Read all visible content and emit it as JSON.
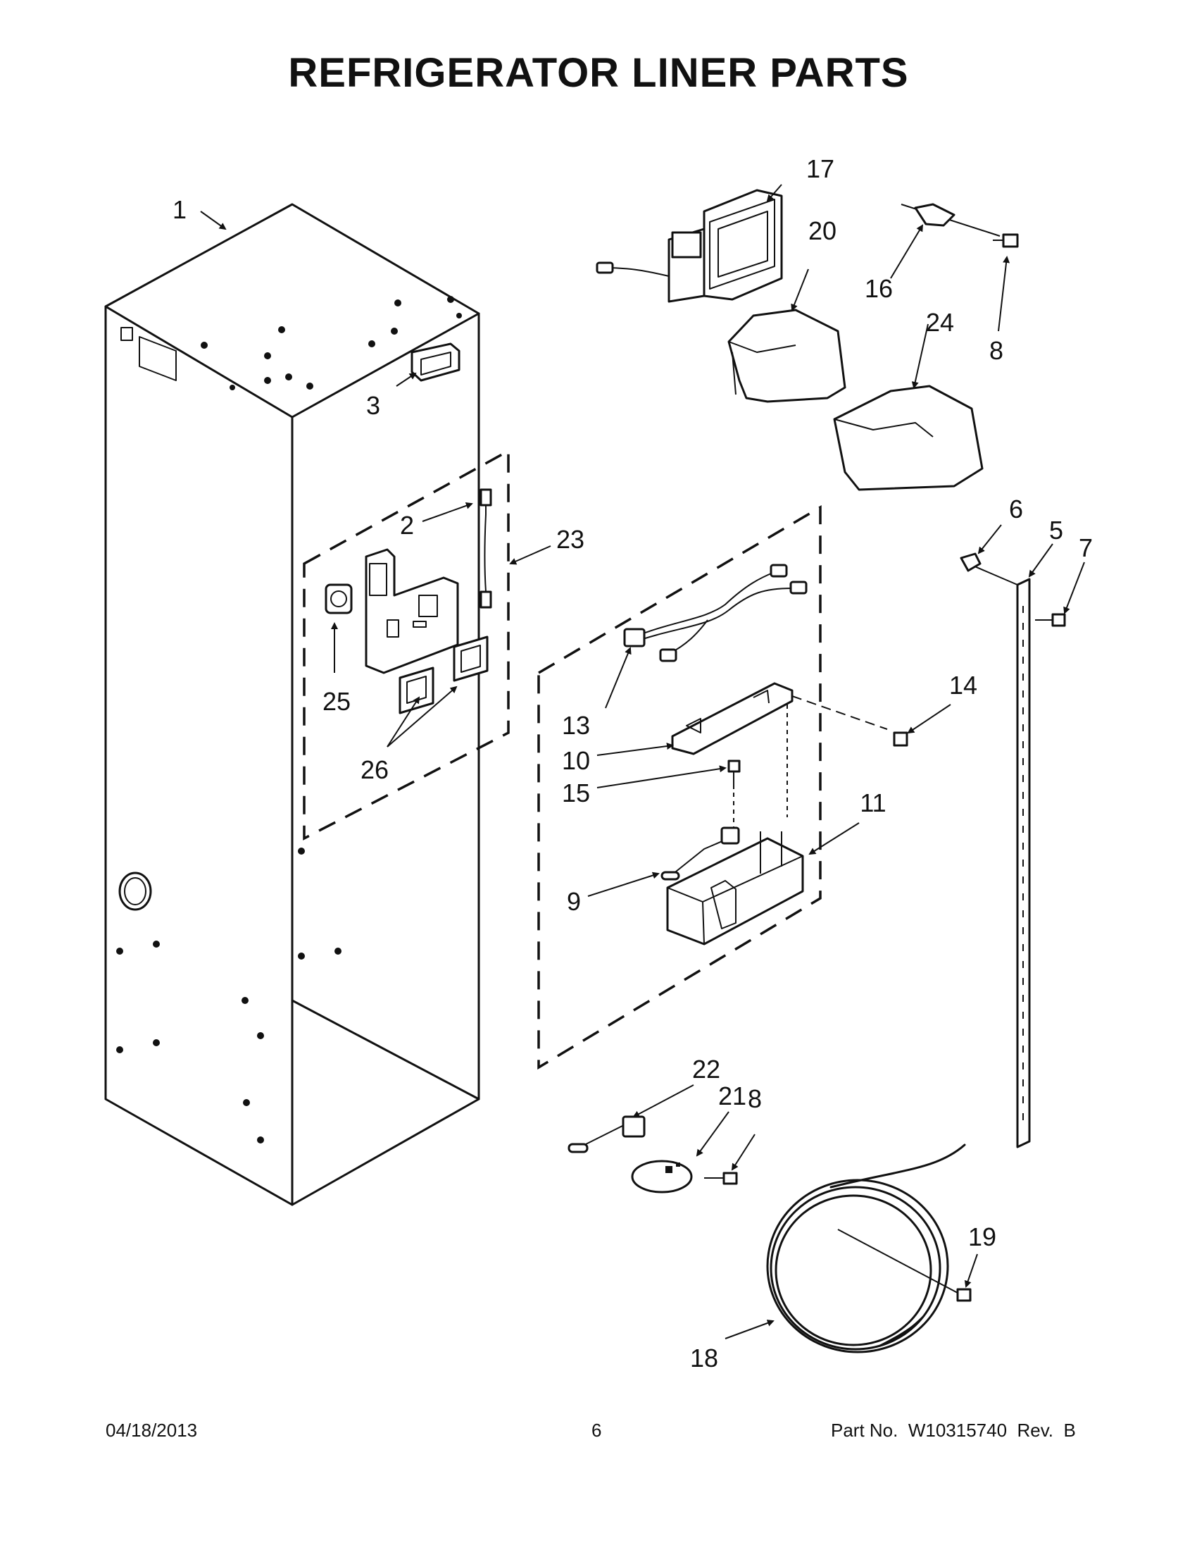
{
  "title": "REFRIGERATOR LINER PARTS",
  "callouts": [
    "1",
    "2",
    "3",
    "5",
    "6",
    "7",
    "8",
    "8",
    "9",
    "10",
    "11",
    "13",
    "14",
    "15",
    "16",
    "17",
    "18",
    "19",
    "20",
    "21",
    "22",
    "23",
    "24",
    "25",
    "26"
  ],
  "footer": {
    "date": "04/18/2013",
    "page": "6",
    "part_no": "Part No.  W10315740  Rev.  B"
  }
}
